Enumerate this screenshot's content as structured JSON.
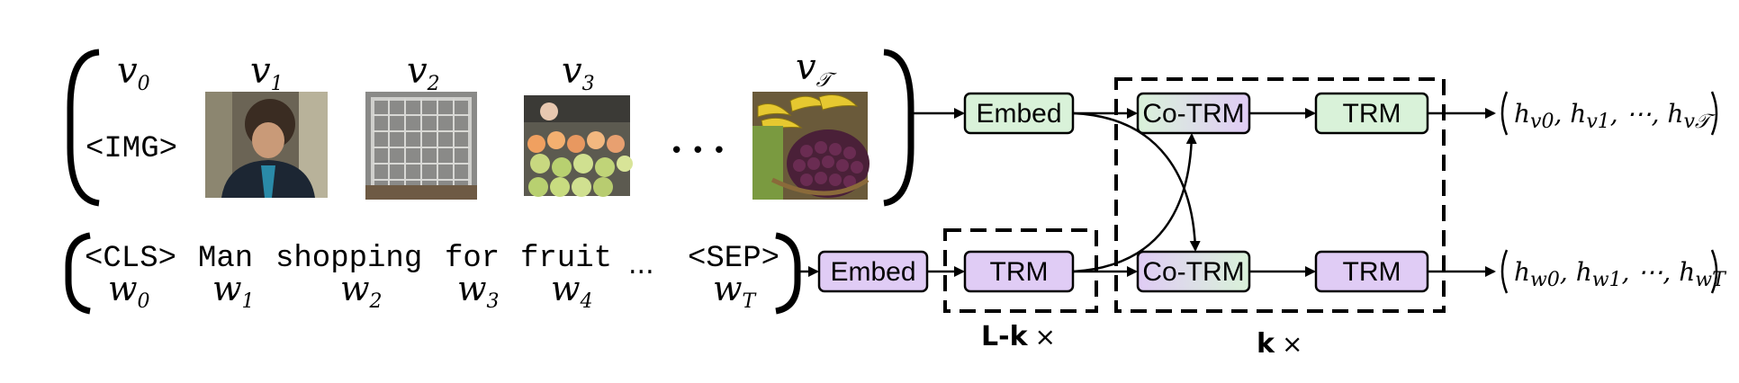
{
  "visual": {
    "vars": [
      {
        "base": "v",
        "sub": "0"
      },
      {
        "base": "v",
        "sub": "1"
      },
      {
        "base": "v",
        "sub": "2"
      },
      {
        "base": "v",
        "sub": "3"
      },
      {
        "base": "v",
        "sub": "𝒯"
      }
    ],
    "img_token": "<IMG>",
    "ellipsis": "• • •",
    "images": [
      {
        "name": "person-image",
        "icon": "person-photo"
      },
      {
        "name": "crate-image",
        "icon": "crate-photo"
      },
      {
        "name": "fruit-stand-image",
        "icon": "fruit-stand-photo"
      },
      {
        "name": "fruit-basket-image",
        "icon": "bananas-grapes-photo"
      }
    ],
    "embed_label": "Embed",
    "cotrm_label": "Co-TRM",
    "trm_label": "TRM",
    "output": {
      "prefix": "h",
      "items": [
        "v0",
        "v1",
        "⋯",
        "v𝒯"
      ]
    }
  },
  "text": {
    "tokens": [
      "<CLS>",
      "Man",
      "shopping",
      "for",
      "fruit",
      "...",
      "<SEP>"
    ],
    "vars": [
      {
        "base": "w",
        "sub": "0"
      },
      {
        "base": "w",
        "sub": "1"
      },
      {
        "base": "w",
        "sub": "2"
      },
      {
        "base": "w",
        "sub": "3"
      },
      {
        "base": "w",
        "sub": "4"
      },
      {
        "base": "w",
        "sub": "T"
      }
    ],
    "embed_label": "Embed",
    "trm_label": "TRM",
    "cotrm_label": "Co-TRM",
    "trm2_label": "TRM",
    "output": {
      "prefix": "h",
      "items": [
        "w0",
        "w1",
        "⋯",
        "wT"
      ]
    }
  },
  "captions": {
    "lk": "L-k",
    "k": "k",
    "times": "×"
  },
  "colors": {
    "visual_box": "#d9f2d9",
    "text_box": "#e0ccf5",
    "cotrm_gradient_start": "#d9f2d9",
    "cotrm_gradient_end": "#e0ccf5"
  }
}
